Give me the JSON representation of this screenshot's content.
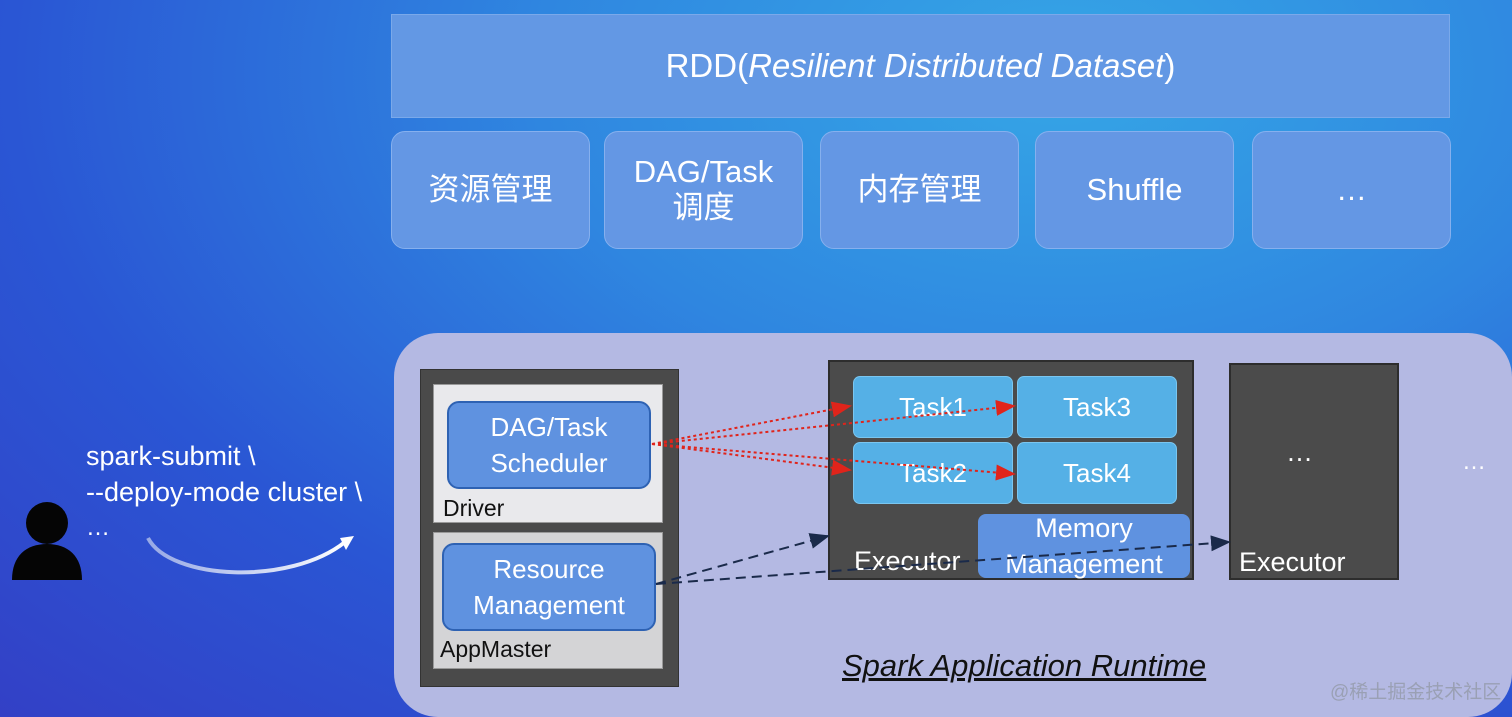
{
  "top": {
    "rdd_prefix": "RDD(",
    "rdd_italic": "Resilient Distributed Dataset",
    "rdd_suffix": ")",
    "features": [
      {
        "line1": "资源管理",
        "line2": ""
      },
      {
        "line1": "DAG/Task",
        "line2": "调度"
      },
      {
        "line1": "内存管理",
        "line2": ""
      },
      {
        "line1": "Shuffle",
        "line2": ""
      },
      {
        "line1": "…",
        "line2": ""
      }
    ]
  },
  "command": {
    "line1": "spark-submit \\",
    "line2": "--deploy-mode cluster \\",
    "line3": "…"
  },
  "runtime": {
    "caption": "Spark Application Runtime",
    "driver": {
      "scheduler_line1": "DAG/Task",
      "scheduler_line2": "Scheduler",
      "label": "Driver"
    },
    "appmaster": {
      "resource_line1": "Resource",
      "resource_line2": "Management",
      "label": "AppMaster"
    },
    "executor1": {
      "tasks": [
        "Task1",
        "Task3",
        "Task2",
        "Task4"
      ],
      "label": "Executor",
      "memory_line1": "Memory",
      "memory_line2": "Management"
    },
    "executor2": {
      "ellipsis": "…",
      "label": "Executor"
    },
    "trailing_ellipsis": "…"
  },
  "watermark": "@稀土掘金技术社区",
  "colors": {
    "feature_box": "#6497e4",
    "runtime_panel": "#b4b9e3",
    "task_box": "#55b0e6",
    "executor_frame": "#4b4b4b",
    "arrow_red": "#e0241b",
    "arrow_dark": "#1a2a4a"
  },
  "icons": {
    "user": "user-silhouette-icon",
    "submit_arrow": "curved-arrow-icon"
  }
}
